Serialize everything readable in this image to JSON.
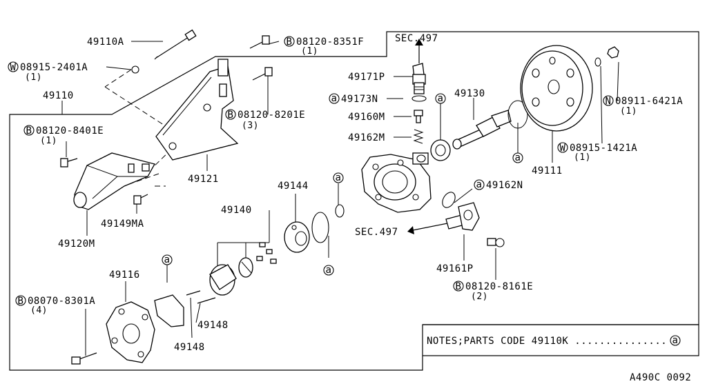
{
  "diagram": {
    "code": "A490C 0092",
    "notes_text": "NOTES;PARTS CODE  49110K ...............",
    "notes_symbol": "a",
    "sections": [
      {
        "label": "SEC.497"
      },
      {
        "label": "SEC.497"
      }
    ],
    "parts": [
      {
        "label": "49110A"
      },
      {
        "prefix": "W",
        "label": "08915-2401A",
        "qty": "(1)"
      },
      {
        "label": "49110"
      },
      {
        "prefix": "B",
        "label": "08120-8351F",
        "qty": "(1)"
      },
      {
        "prefix": "B",
        "label": "08120-8201E",
        "qty": "(3)"
      },
      {
        "prefix": "B",
        "label": "08120-8401E",
        "qty": "(1)"
      },
      {
        "label": "49121"
      },
      {
        "label": "49149MA"
      },
      {
        "label": "49120M"
      },
      {
        "label": "49171P"
      },
      {
        "prefix": "a",
        "label": "49173N"
      },
      {
        "label": "49160M"
      },
      {
        "label": "49162M"
      },
      {
        "label": "49130"
      },
      {
        "label": "49144"
      },
      {
        "label": "49140"
      },
      {
        "prefix": "a",
        "label": "49162N"
      },
      {
        "label": "49111"
      },
      {
        "prefix": "N",
        "label": "08911-6421A",
        "qty": "(1)"
      },
      {
        "prefix": "W",
        "label": "08915-1421A",
        "qty": "(1)"
      },
      {
        "label": "49161P"
      },
      {
        "prefix": "B",
        "label": "08120-8161E",
        "qty": "(2)"
      },
      {
        "label": "49116"
      },
      {
        "prefix": "B",
        "label": "08070-8301A",
        "qty": "(4)"
      },
      {
        "label": "49148"
      },
      {
        "label": "49148"
      }
    ],
    "markers": [
      "a",
      "a",
      "a",
      "a",
      "a"
    ]
  }
}
